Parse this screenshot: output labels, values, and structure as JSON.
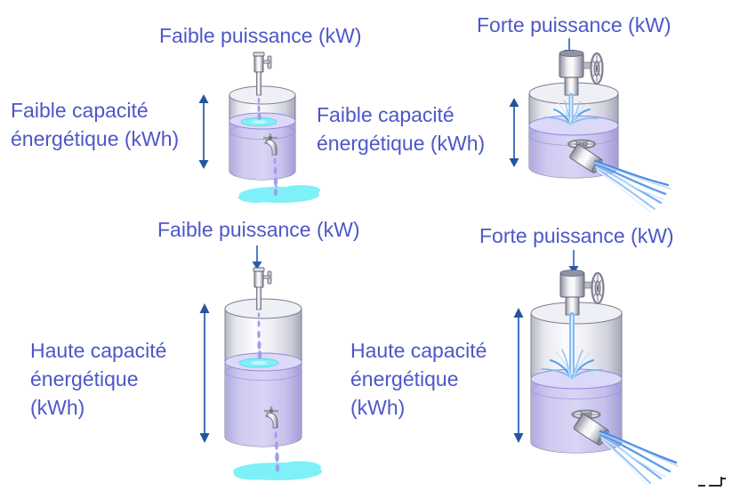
{
  "diagram_title": "",
  "colors": {
    "label_text": "#4d57c8",
    "capacity_arrow": "#2f63b4",
    "flow_arrow_head": "#2a58a8",
    "tank_water": "#cfcaf0",
    "splash_cyan": "#7ef0f8",
    "spray_blue": "#5f9cea"
  },
  "quadrants": {
    "top_left": {
      "power_label": "Faible puissance (kW)",
      "capacity_line1": "Faible capacité",
      "capacity_line2": "énergétique (kWh)"
    },
    "top_right": {
      "power_label": "Forte puissance (kW)",
      "capacity_line1": "Faible capacité",
      "capacity_line2": "énergétique (kWh)"
    },
    "bottom_left": {
      "power_label": "Faible puissance (kW)",
      "capacity_line1": "Haute capacité",
      "capacity_line2": "énergétique",
      "capacity_line3": "(kWh)"
    },
    "bottom_right": {
      "power_label": "Forte puissance (kW)",
      "capacity_line1": "Haute capacité",
      "capacity_line2": "énergétique",
      "capacity_line3": "(kWh)"
    }
  }
}
